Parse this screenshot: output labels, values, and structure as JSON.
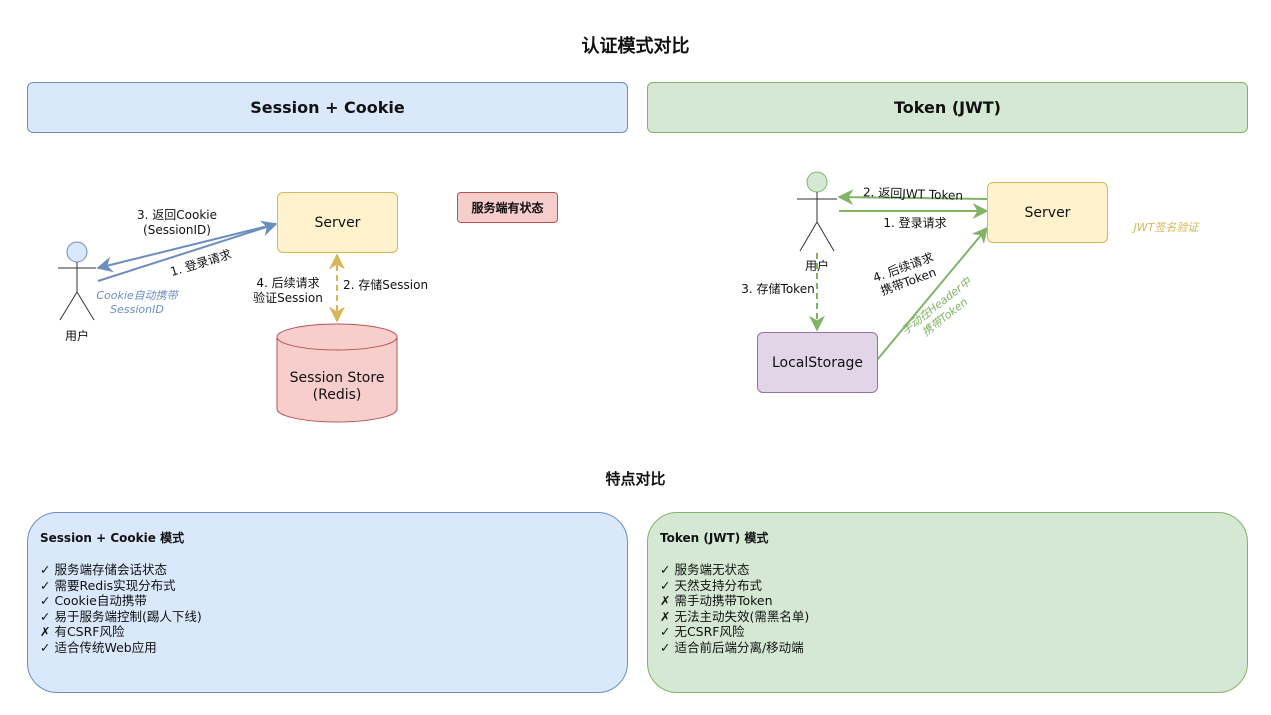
{
  "title": "认证模式对比",
  "left": {
    "header": "Session + Cookie",
    "server": "Server",
    "stateful_tag": "服务端有状态",
    "user": "用户",
    "store_line1": "Session Store",
    "store_line2": "(Redis)",
    "return_cookie_line1": "3. 返回Cookie",
    "return_cookie_line2": "(SessionID)",
    "login_request": "1. 登录请求",
    "auto_cookie_line1": "Cookie自动携带",
    "auto_cookie_line2": "SessionID",
    "followup_line1": "4. 后续请求",
    "followup_line2": "验证Session",
    "store_session": "2. 存储Session"
  },
  "right": {
    "header": "Token (JWT)",
    "server": "Server",
    "user": "用户",
    "return_jwt": "2. 返回JWT Token",
    "login_request": "1. 登录请求",
    "jwt_verify": "JWT签名验证",
    "store_token": "3. 存储Token",
    "followup_line1": "4. 后续请求",
    "followup_line2": "携带Token",
    "header_line1": "手动在Header中",
    "header_line2": "携带Token",
    "localstorage": "LocalStorage"
  },
  "features_title": "特点对比",
  "features": {
    "session": {
      "title": "Session + Cookie 模式",
      "items": [
        "✓ 服务端存储会话状态",
        "✓ 需要Redis实现分布式",
        "✓ Cookie自动携带",
        "✓ 易于服务端控制(踢人下线)",
        "✗ 有CSRF风险",
        "✓ 适合传统Web应用"
      ]
    },
    "token": {
      "title": "Token (JWT) 模式",
      "items": [
        "✓ 服务端无状态",
        "✓ 天然支持分布式",
        "✗ 需手动携带Token",
        "✗ 无法主动失效(需黑名单)",
        "✓ 无CSRF风险",
        "✓ 适合前后端分离/移动端"
      ]
    }
  },
  "colors": {
    "blue_fill": "#dae8fc",
    "blue_stroke": "#6c8ebf",
    "green_fill": "#d5e8d4",
    "green_stroke": "#82b366",
    "yellow_fill": "#fff2cc",
    "yellow_stroke": "#d6b656",
    "red_fill": "#f8cecc",
    "red_stroke": "#b85450",
    "purple_fill": "#e1d5e7",
    "purple_stroke": "#9673a6"
  }
}
